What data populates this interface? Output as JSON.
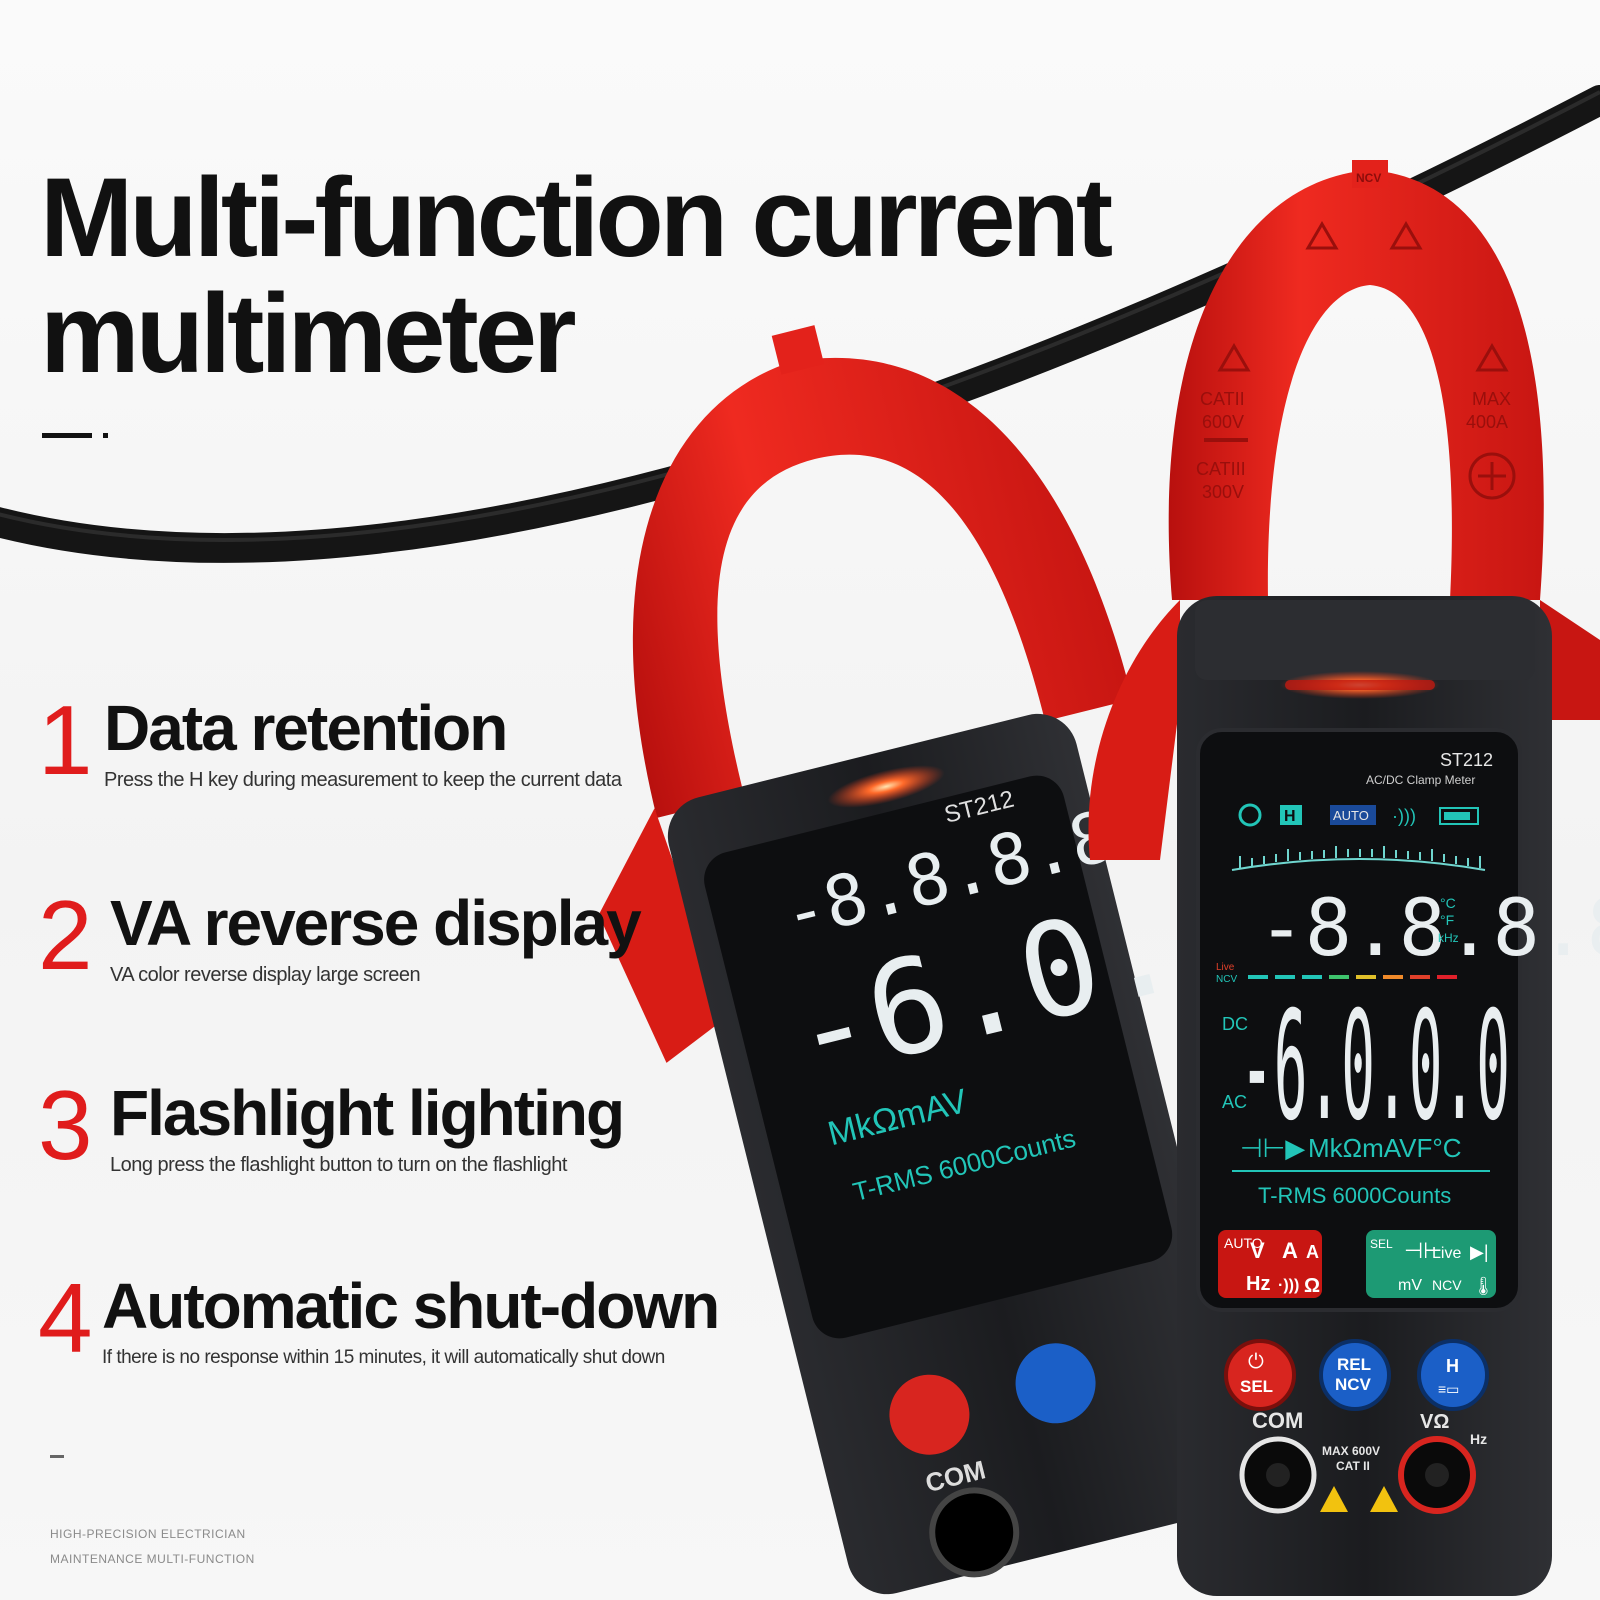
{
  "headline": {
    "line1": "Multi-function current",
    "line2": "multimeter"
  },
  "features": [
    {
      "num": "1",
      "title": "Data retention",
      "desc": "Press the H key during measurement to keep the current data"
    },
    {
      "num": "2",
      "title": "VA reverse display",
      "desc": "VA color reverse display large screen"
    },
    {
      "num": "3",
      "title": "Flashlight lighting",
      "desc": "Long press the flashlight button to turn on the flashlight"
    },
    {
      "num": "4",
      "title": "Automatic shut-down",
      "desc": "If there is no response within 15 minutes, it will automatically shut down"
    }
  ],
  "footer": {
    "line1": "HIGH-PRECISION ELECTRICIAN",
    "line2": "MAINTENANCE MULTI-FUNCTION"
  },
  "meter": {
    "model": "ST212",
    "subtitle": "AC/DC Clamp Meter",
    "jaw_top": "NCV",
    "cat_left_1": "CATII",
    "cat_left_2": "600V",
    "cat_left_3": "CATIII",
    "cat_left_4": "300V",
    "max_right_1": "MAX",
    "max_right_2": "400A",
    "lcd_upper": "-8.8.8.8",
    "lcd_upper_units": "°C °F kHz",
    "lcd_main": "-6.0.0.0",
    "lcd_dc": "DC",
    "lcd_ac": "AC",
    "lcd_live": "Live",
    "lcd_ncv": "NCV",
    "lcd_auto": "AUTO",
    "lcd_hold": "H",
    "lcd_units": "MkΩmAVF°C",
    "lcd_counts": "T-RMS 6000Counts",
    "btn_power": "SEL",
    "btn_rel_1": "REL",
    "btn_rel_2": "NCV",
    "btn_hold": "H",
    "jack_com": "COM",
    "jack_v": "VΩ",
    "jack_v_sub": "Hz",
    "jack_center_1": "MAX 600V",
    "jack_center_2": "CAT II",
    "fn_keys_left": [
      "V",
      "A",
      "A",
      "Hz",
      "·)))",
      "Ω"
    ],
    "fn_keys_right": [
      "Live",
      "mV",
      "NCV"
    ],
    "fn_side_left": "AUTO",
    "fn_side_right": "SEL"
  },
  "colors": {
    "red": "#e01c1c",
    "jaw_red": "#e3221b",
    "body": "#1d1e21",
    "lcd_bg": "#0f1012",
    "lcd_text": "#e9eef0",
    "lcd_cyan": "#22c5b8"
  }
}
